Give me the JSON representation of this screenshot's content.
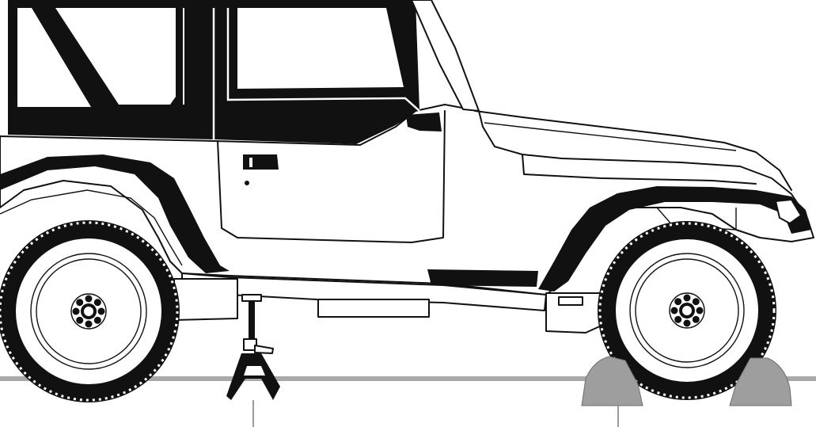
{
  "diagram": {
    "subject": "jeep-on-jack-stand",
    "colors": {
      "ink": "#111111",
      "ground": "#a9a9a9",
      "chock": "#9e9e9e",
      "leader": "#9a9a9a",
      "background": "#ffffff"
    },
    "callouts": [
      {
        "name": "jack-stand-callout"
      },
      {
        "name": "wheel-chocks-callout"
      }
    ]
  }
}
